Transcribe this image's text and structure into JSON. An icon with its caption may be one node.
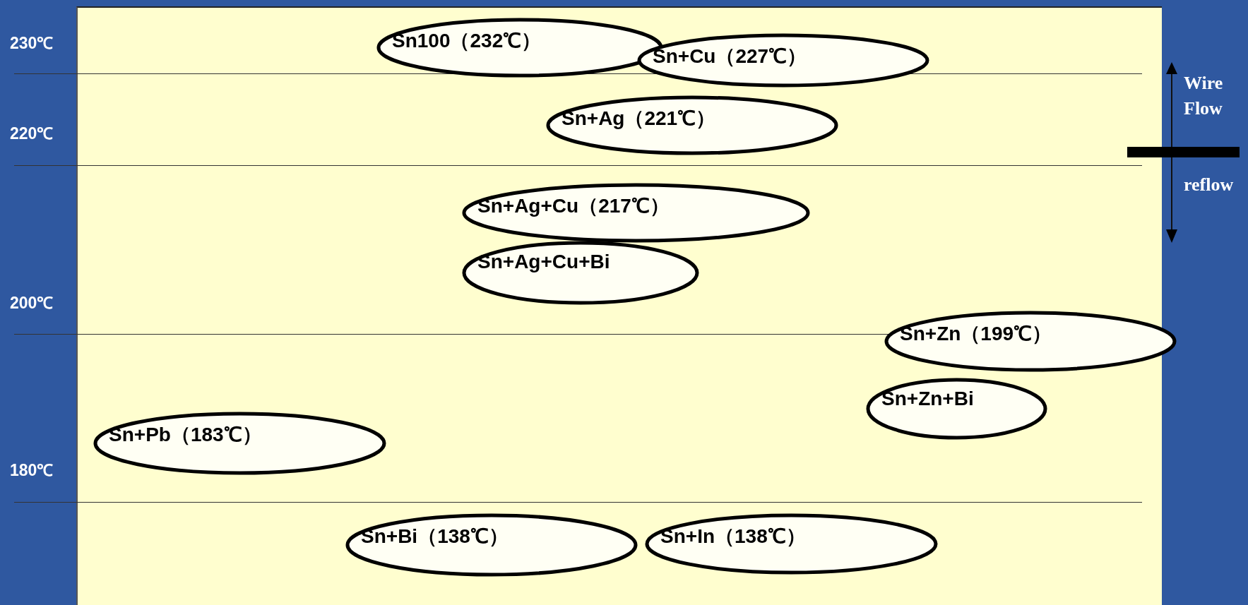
{
  "diagram": {
    "nodes": [
      {
        "text": [
          "Sn100（232℃）"
        ]
      },
      {
        "text": [
          "Sn+Cu（227℃）"
        ]
      },
      {
        "text": [
          "Sn+Ag（221℃）"
        ]
      },
      {
        "text": [
          "Sn+Ag+Cu（217℃）"
        ]
      },
      {
        "text": [
          "Sn+Ag+Cu+Bi"
        ]
      },
      {
        "text": [
          "Sn+Zn（199℃）"
        ]
      },
      {
        "text": [
          "Sn+Zn+Bi"
        ]
      },
      {
        "text": [
          "Sn+Pb（183℃）"
        ]
      },
      {
        "text": [
          "Sn+Bi（138℃）"
        ]
      },
      {
        "text": [
          "Sn+In（138℃）"
        ]
      }
    ],
    "edges": [],
    "labels": [
      "230℃",
      "220℃",
      "200℃",
      "180℃",
      "Wire Flow",
      "reflow"
    ]
  }
}
